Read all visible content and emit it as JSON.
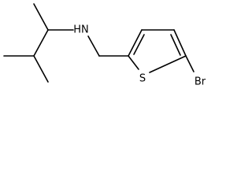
{
  "molecule": {
    "atoms": {
      "amine": "HN",
      "sulfur": "S",
      "bromine": "Br"
    }
  },
  "colors": {
    "bond": "#000000",
    "label": "#000000",
    "background": "#ffffff"
  }
}
